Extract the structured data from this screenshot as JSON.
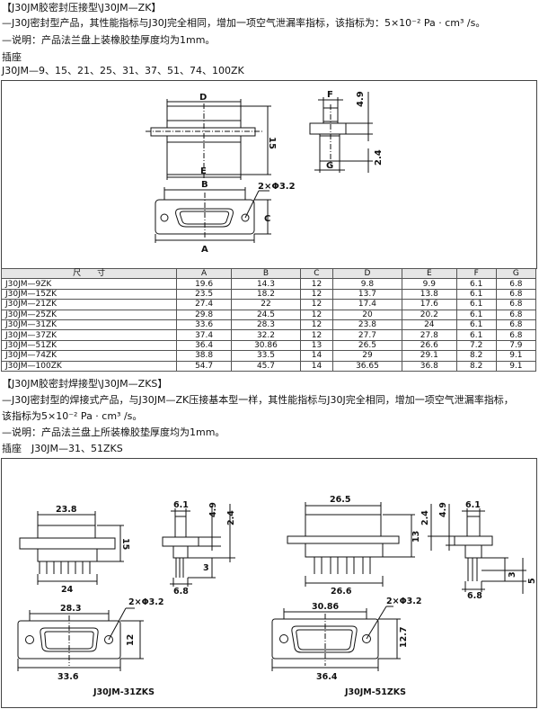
{
  "section1": {
    "title": "【J30JM胶密封压接型\\J30JM—ZK】",
    "line1": "—J30J密封型产品，其性能指标与J30J完全相同，增加一项空气泄漏率指标，该指标为：5×10⁻² Pa · cm³ /s。",
    "line2": "—说明：产品法兰盘上装橡胶垫厚度均为1mm。",
    "label": "插座",
    "models": "J30JM—9、15、21、25、31、37、51、74、100ZK"
  },
  "drawing1": {
    "dims": {
      "A": "A",
      "B": "B",
      "C": "C",
      "D": "D",
      "E": "E",
      "F": "F",
      "G": "G",
      "d15": "15",
      "d49": "4.9",
      "d24": "2.4",
      "holes": "2×Φ3.2"
    }
  },
  "table": {
    "headers": [
      "尺　　寸",
      "A",
      "B",
      "C",
      "D",
      "E",
      "F",
      "G"
    ],
    "rows": [
      [
        "J30JM—9ZK",
        "19.6",
        "14.3",
        "12",
        "9.8",
        "9.9",
        "6.1",
        "6.8"
      ],
      [
        "J30JM—15ZK",
        "23.5",
        "18.2",
        "12",
        "13.7",
        "13.8",
        "6.1",
        "6.8"
      ],
      [
        "J30JM—21ZK",
        "27.4",
        "22",
        "12",
        "17.4",
        "17.6",
        "6.1",
        "6.8"
      ],
      [
        "J30JM—25ZK",
        "29.8",
        "24.5",
        "12",
        "20",
        "20.2",
        "6.1",
        "6.8"
      ],
      [
        "J30JM—31ZK",
        "33.6",
        "28.3",
        "12",
        "23.8",
        "24",
        "6.1",
        "6.8"
      ],
      [
        "J30JM—37ZK",
        "37.4",
        "32.2",
        "12",
        "27.7",
        "27.8",
        "6.1",
        "6.8"
      ],
      [
        "J30JM—51ZK",
        "36.4",
        "30.86",
        "13",
        "26.5",
        "26.6",
        "7.2",
        "7.9"
      ],
      [
        "J30JM—74ZK",
        "38.8",
        "33.5",
        "14",
        "29",
        "29.1",
        "8.2",
        "9.1"
      ],
      [
        "J30JM—100ZK",
        "54.7",
        "45.7",
        "14",
        "36.65",
        "36.8",
        "8.2",
        "9.1"
      ]
    ]
  },
  "section2": {
    "title": "【J30JM胶密封焊接型\\J30JM—ZKS】",
    "line1": "—J30J密封型的焊接式产品，与J30JM—ZK压接基本型一样，其性能指标与J30J完全相同，增加一项空气泄漏率指标，",
    "line2": "该指标为5×10⁻² Pa · cm³ /s。",
    "line3": "—说明：产品法兰盘上所装橡胶垫厚度均为1mm。",
    "label": "插座　J30JM—31、51ZKS"
  },
  "drawing2": {
    "left": {
      "w_top": "23.8",
      "w_bottom": "24",
      "h15": "15",
      "d61": "6.1",
      "d49": "4.9",
      "d24": "2.4",
      "d3": "3",
      "d68": "6.8",
      "w_flange": "28.3",
      "d12": "12",
      "w_total": "33.6",
      "holes": "2×Φ3.2",
      "caption": "J30JM-31ZKS"
    },
    "right": {
      "w_top": "26.5",
      "w_bottom": "26.6",
      "h13": "13",
      "d24": "2.4",
      "d49": "4.9",
      "d61": "6.1",
      "d3": "3",
      "d5": "5",
      "d68": "6.8",
      "w_flange": "30.86",
      "d127": "12.7",
      "w_total": "36.4",
      "holes": "2×Φ3.2",
      "caption": "J30JM-51ZKS"
    }
  }
}
